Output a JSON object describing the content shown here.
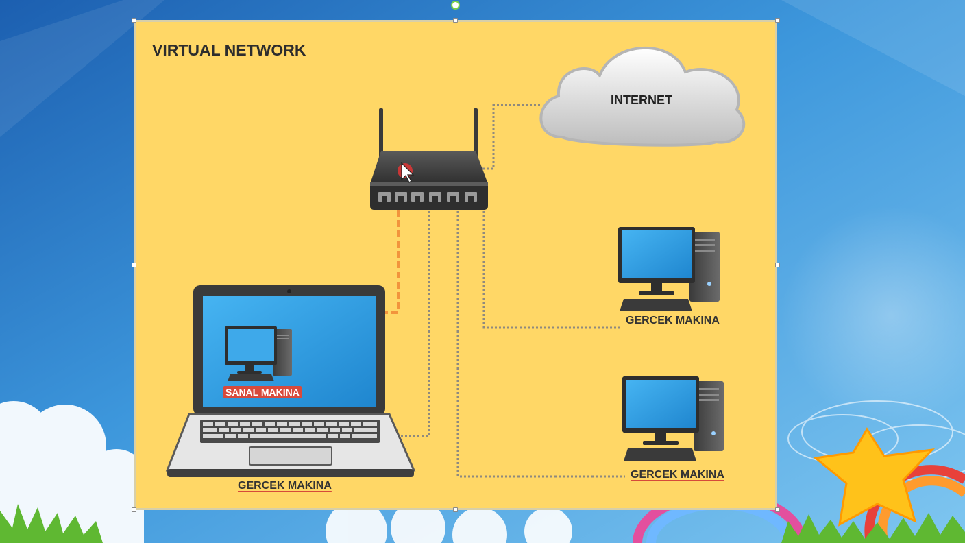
{
  "diagram": {
    "title": "VIRTUAL NETWORK",
    "cloud_label": "INTERNET",
    "physical_machine_label": "GERCEK MAKINA",
    "virtual_machine_label": "SANAL MAKINA"
  },
  "colors": {
    "slide_bg": "#ffd766",
    "dotted_line": "#8f8a7e",
    "virtual_line": "#f2943c",
    "label_red": "#d84a3c",
    "screen_blue": "#2f9be0"
  },
  "icons": [
    "router-icon",
    "cloud-icon",
    "desktop-computer-icon",
    "laptop-icon",
    "mouse-cursor-icon"
  ]
}
